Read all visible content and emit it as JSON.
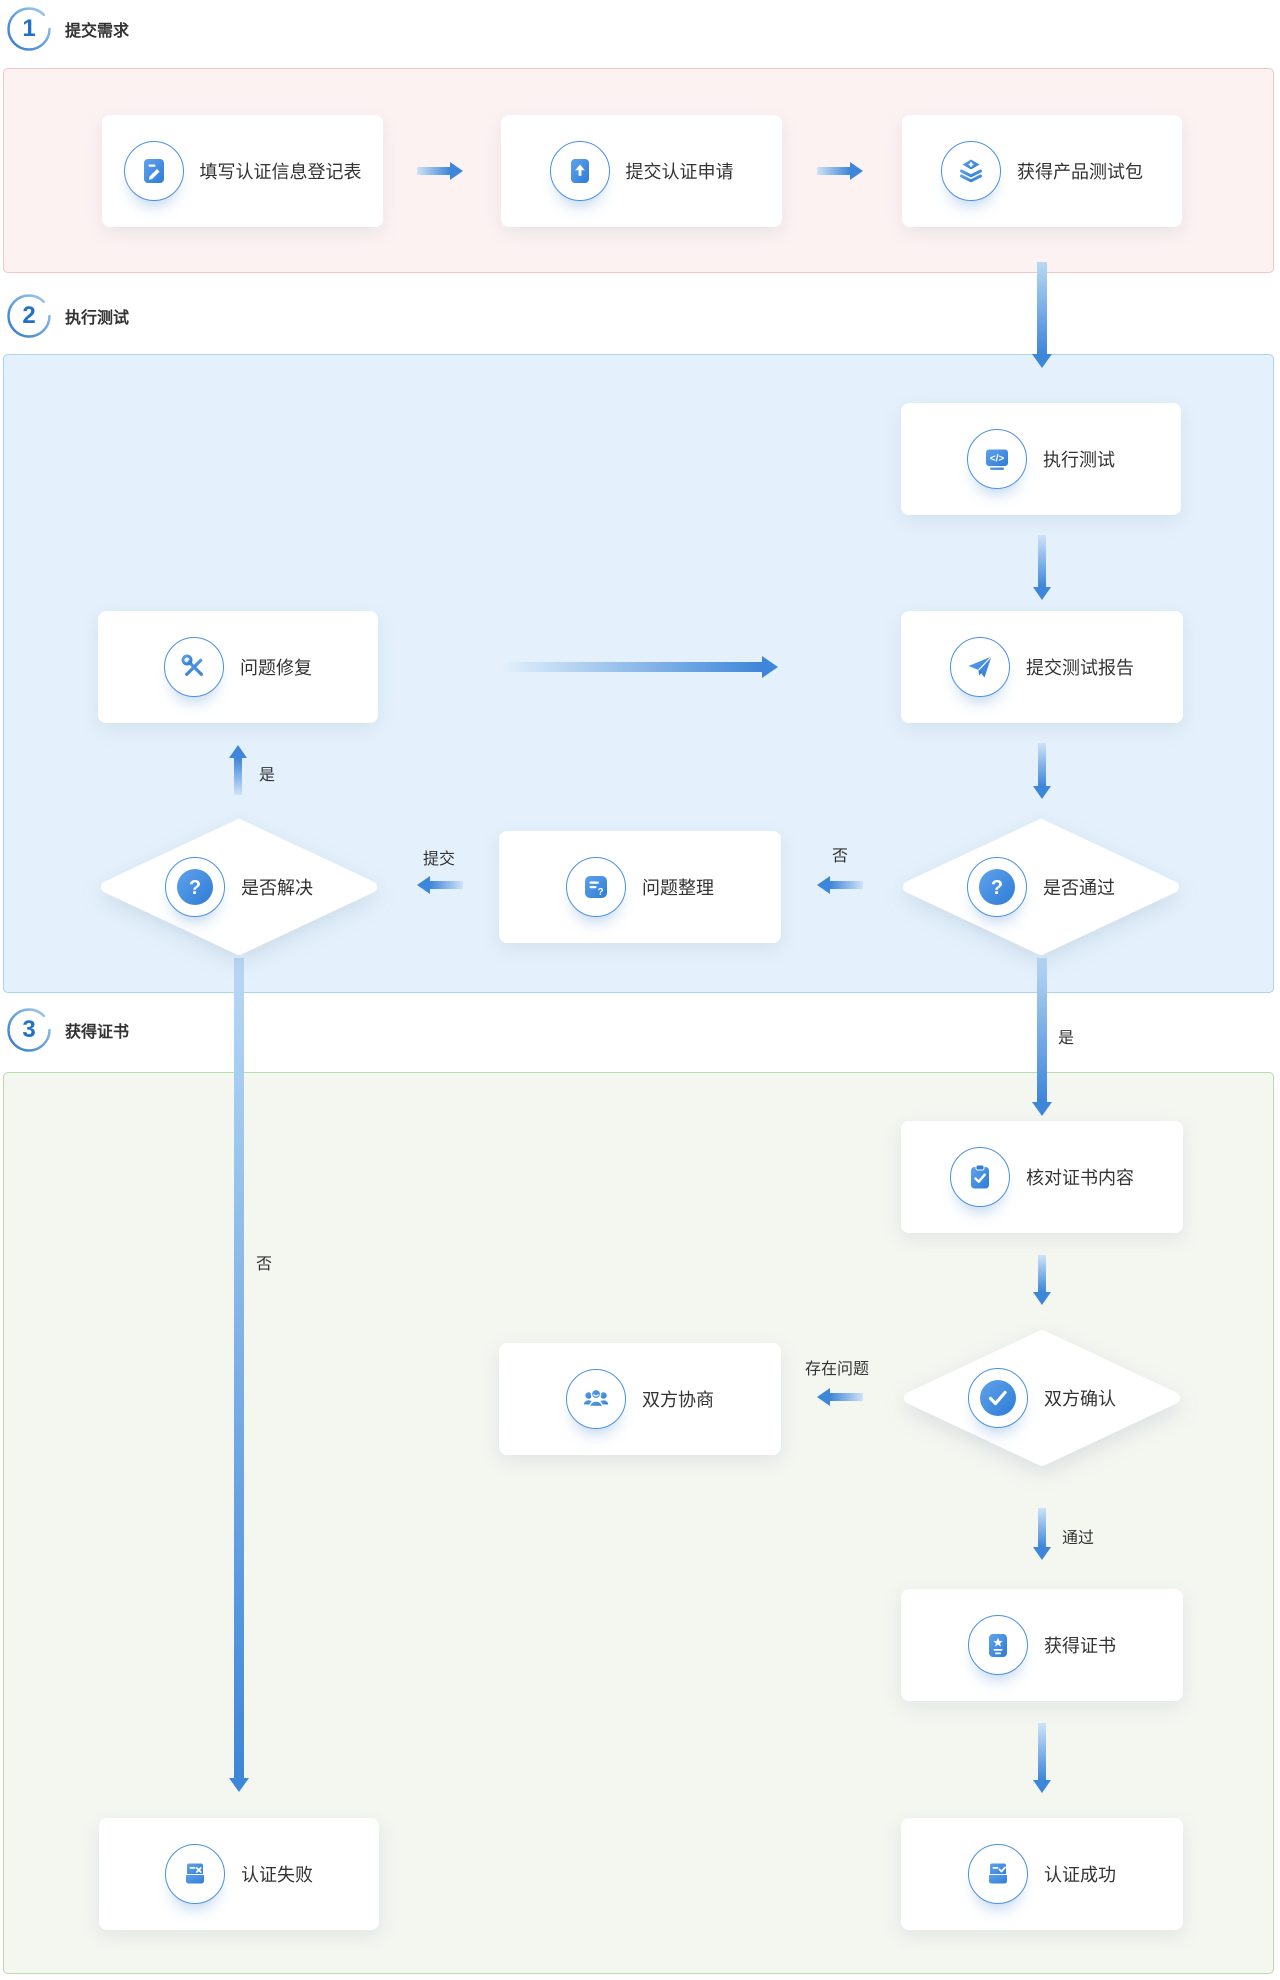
{
  "sections": [
    {
      "number": "1",
      "title": "提交需求"
    },
    {
      "number": "2",
      "title": "执行测试"
    },
    {
      "number": "3",
      "title": "获得证书"
    }
  ],
  "nodes": {
    "fill_form": {
      "label": "填写认证信息登记表",
      "icon": "edit-document-icon"
    },
    "submit_apply": {
      "label": "提交认证申请",
      "icon": "upload-file-icon"
    },
    "get_test_pkg": {
      "label": "获得产品测试包",
      "icon": "layers-plus-icon"
    },
    "run_test": {
      "label": "执行测试",
      "icon": "code-monitor-icon"
    },
    "submit_report": {
      "label": "提交测试报告",
      "icon": "paper-plane-icon"
    },
    "pass_check": {
      "label": "是否通过",
      "icon": "question-circle-icon"
    },
    "issue_sort": {
      "label": "问题整理",
      "icon": "note-question-icon"
    },
    "issue_resolved": {
      "label": "是否解决",
      "icon": "question-circle-icon"
    },
    "issue_fix": {
      "label": "问题修复",
      "icon": "tools-icon"
    },
    "verify_cert": {
      "label": "核对证书内容",
      "icon": "clipboard-check-icon"
    },
    "both_confirm": {
      "label": "双方确认",
      "icon": "check-circle-icon"
    },
    "negotiate": {
      "label": "双方协商",
      "icon": "people-group-icon"
    },
    "get_cert": {
      "label": "获得证书",
      "icon": "certificate-icon"
    },
    "cert_success": {
      "label": "认证成功",
      "icon": "doc-success-icon"
    },
    "cert_fail": {
      "label": "认证失败",
      "icon": "doc-fail-icon"
    }
  },
  "edge_labels": {
    "yes_fix": "是",
    "submit": "提交",
    "no_sort": "否",
    "yes_pass": "是",
    "no_fail": "否",
    "exist_problem": "存在问题",
    "pass_ok": "通过"
  },
  "colors": {
    "accent_blue": "#3e86d9",
    "icon_blue_light": "#5fa2ec",
    "icon_blue_dark": "#2e7cd6",
    "band1_bg": "#fdf2f2",
    "band1_border": "#f2c6c6",
    "band2_bg": "#e4f1fc",
    "band2_border": "#a9d5f3",
    "band3_bg": "#f4f6f0",
    "band3_border": "#b8dcaa"
  }
}
